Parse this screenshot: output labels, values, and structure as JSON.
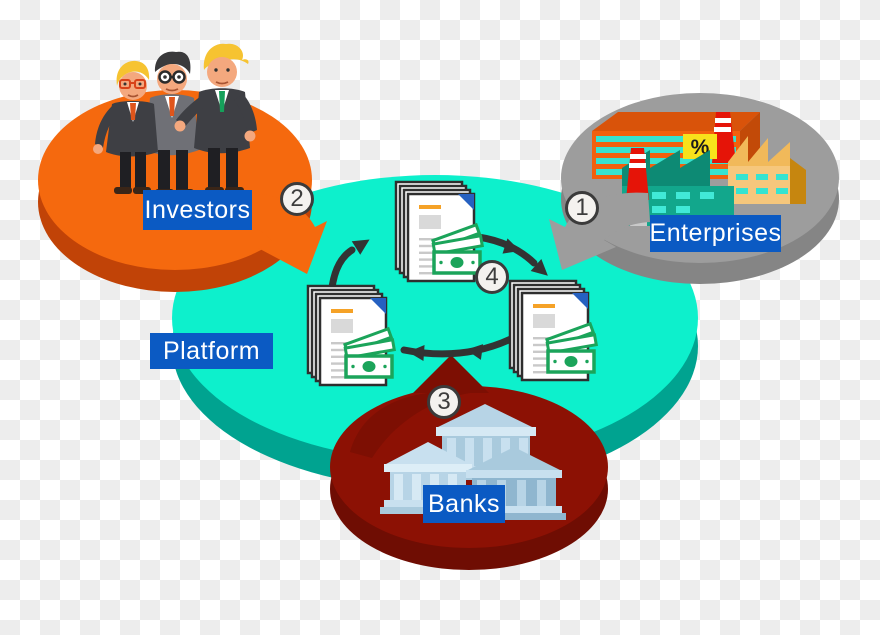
{
  "labels": {
    "investors": "Investors",
    "enterprises": "Enterprises",
    "platform": "Platform",
    "banks": "Banks"
  },
  "steps": {
    "step1": "1",
    "step2": "2",
    "step3": "3",
    "step4": "4"
  },
  "factory": {
    "sign": "%"
  },
  "icons": {
    "investors": "businessmen-group-icon",
    "enterprises": "factories-icon",
    "banks": "bank-buildings-icon",
    "documents": "contract-money-icon",
    "cycle": "circular-flow-arrows-icon"
  },
  "colors": {
    "label_bg": "#0b5ac3",
    "label_text": "#ffffff",
    "investors_disc": "#f5690e",
    "investors_rim": "#c14307",
    "enterprises_disc": "#9d9d9d",
    "enterprises_rim": "#858585",
    "platform_disc": "#0df0cc",
    "platform_rim": "#00a390",
    "banks_disc": "#8c1104",
    "banks_rim": "#6f0d03",
    "banks_arrow": "#7d0f03",
    "money_green": "#1ba45a",
    "doc_accent": "#f5a227",
    "doc_corner": "#2661c1",
    "cycle_arrow": "#333333",
    "checker_gray": "#ededed"
  }
}
